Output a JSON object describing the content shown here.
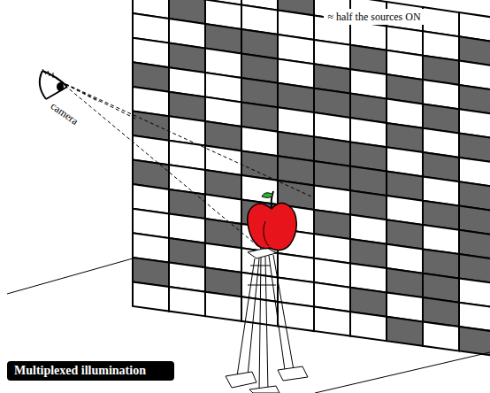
{
  "diagram": {
    "nodes": [
      {
        "text": [
          "Multiplexed illumination"
        ]
      }
    ],
    "labels": [
      "≈ half the sources ON",
      "camera"
    ]
  }
}
